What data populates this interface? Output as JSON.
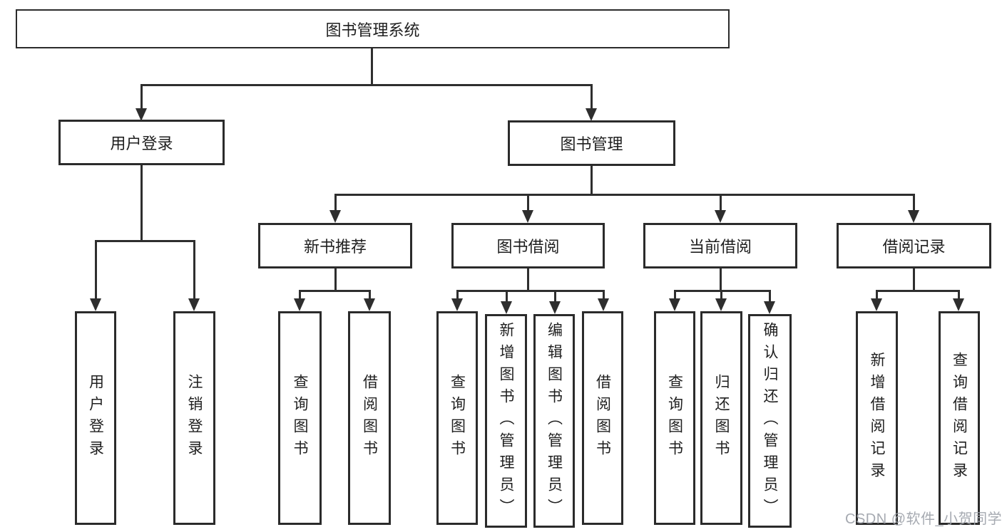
{
  "diagram": {
    "root": "图书管理系统",
    "login": {
      "label": "用户登录",
      "children": [
        "用户登录",
        "注销登录"
      ]
    },
    "mgmt": {
      "label": "图书管理",
      "groups": [
        {
          "label": "新书推荐",
          "children": [
            "查询图书",
            "借阅图书"
          ]
        },
        {
          "label": "图书借阅",
          "children": [
            "查询图书",
            "新增图书（管理员）",
            "编辑图书（管理员）",
            "借阅图书"
          ]
        },
        {
          "label": "当前借阅",
          "children": [
            "查询图书",
            "归还图书",
            "确认归还（管理员）"
          ]
        },
        {
          "label": "借阅记录",
          "children": [
            "新增借阅记录",
            "查询借阅记录"
          ]
        }
      ]
    }
  },
  "watermark": "CSDN @软件_小贺同学",
  "colors": {
    "line": "#2e2e2e",
    "box_border": "#2b2b2b",
    "text": "#1f1f1f",
    "watermark": "#9ea3aa",
    "background": "#ffffff"
  }
}
